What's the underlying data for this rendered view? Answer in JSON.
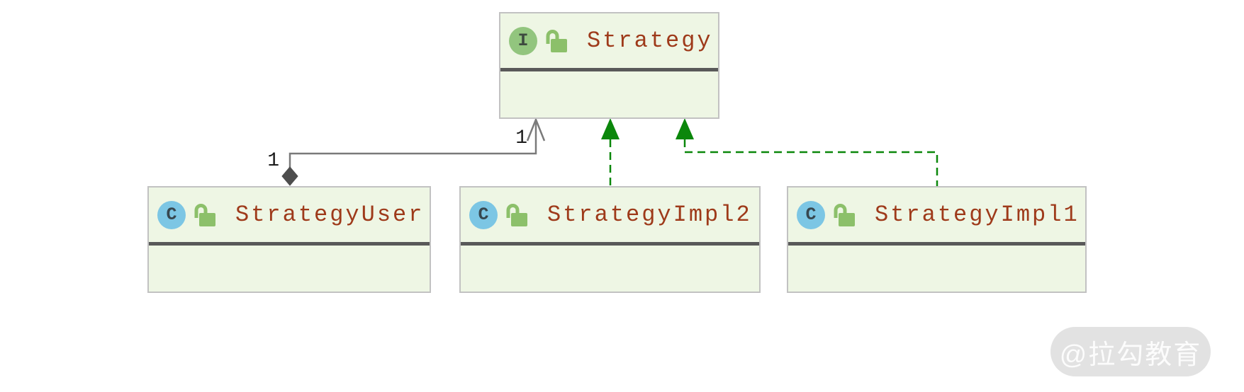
{
  "diagram": {
    "nodes": [
      {
        "name": "Strategy",
        "stereotype": "interface",
        "badge_letter": "I"
      },
      {
        "name": "StrategyUser",
        "stereotype": "class",
        "badge_letter": "C"
      },
      {
        "name": "StrategyImpl2",
        "stereotype": "class",
        "badge_letter": "C"
      },
      {
        "name": "StrategyImpl1",
        "stereotype": "class",
        "badge_letter": "C"
      }
    ],
    "edges": [
      {
        "type": "aggregation-association",
        "from": "StrategyUser",
        "to": "Strategy",
        "source_multiplicity": "1",
        "target_multiplicity": "1"
      },
      {
        "type": "realization",
        "from": "StrategyImpl2",
        "to": "Strategy"
      },
      {
        "type": "realization",
        "from": "StrategyImpl1",
        "to": "Strategy"
      }
    ],
    "colors": {
      "node_fill": "#eef6e4",
      "node_border": "#c2c2c2",
      "separator": "#595959",
      "name_text": "#9e3a1a",
      "realization_green": "#0b870b",
      "association_gray": "#7a7a7a",
      "diamond_fill": "#4d4d4d",
      "interface_badge": "#92c57e",
      "class_badge": "#7cc6e4",
      "lock_green": "#8cc06a"
    },
    "watermark": "@拉勾教育"
  }
}
